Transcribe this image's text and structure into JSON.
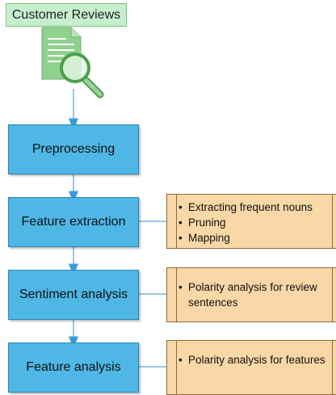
{
  "source": {
    "label": "Customer Reviews",
    "icon": "document-search-icon"
  },
  "steps": [
    {
      "label": "Preprocessing"
    },
    {
      "label": "Feature extraction"
    },
    {
      "label": "Sentiment analysis"
    },
    {
      "label": "Feature analysis"
    }
  ],
  "notes": {
    "feature_extraction": [
      "Extracting frequent nouns",
      "Pruning",
      "Mapping"
    ],
    "sentiment_analysis": [
      "Polarity analysis for review sentences"
    ],
    "feature_analysis": [
      "Polarity analysis for features"
    ]
  },
  "colors": {
    "step_fill": "#4fb7e6",
    "note_fill": "#f9d7a6",
    "source_fill": "#c6efce",
    "arrow": "#4a9fd0"
  }
}
